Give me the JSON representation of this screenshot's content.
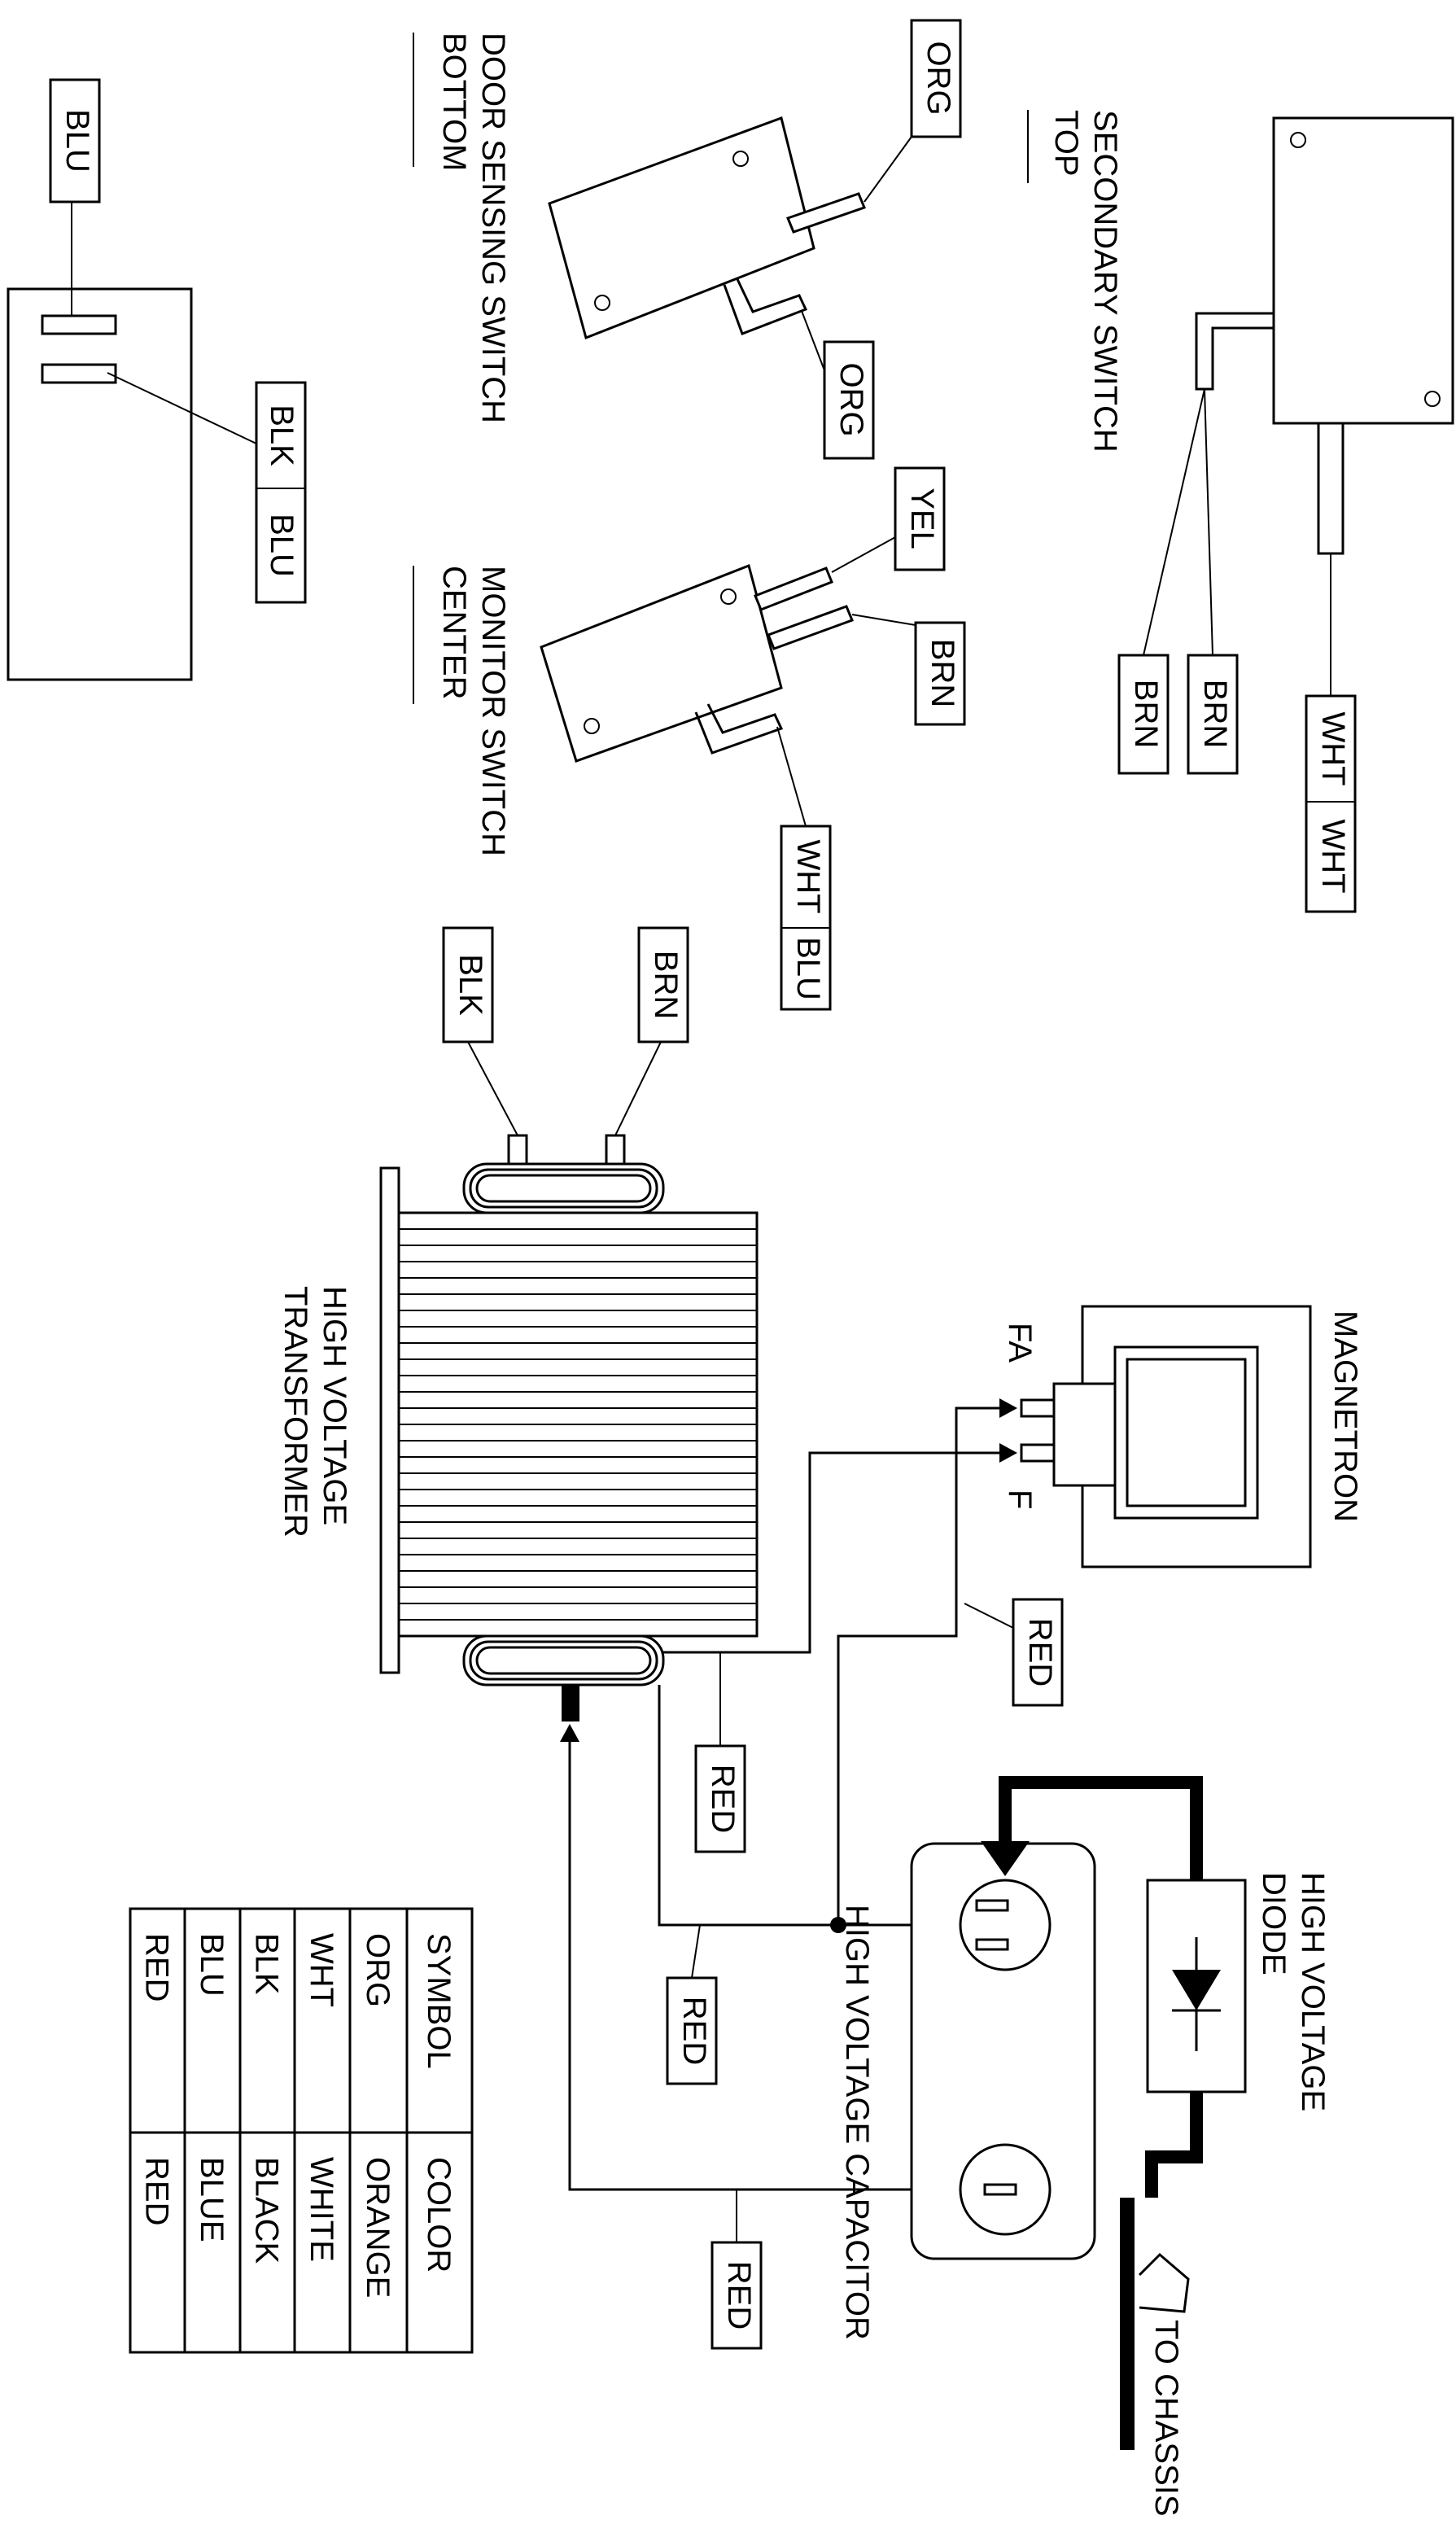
{
  "components": {
    "door_switch": {
      "title": "DOOR SENSING SWITCH",
      "position": "BOTTOM"
    },
    "monitor_switch": {
      "title": "MONITOR SWITCH",
      "position": "CENTER"
    },
    "secondary_switch": {
      "title": "SECONDARY SWITCH",
      "position": "TOP"
    },
    "transformer": {
      "line1": "HIGH VOLTAGE",
      "line2": "TRANSFORMER"
    },
    "magnetron": {
      "title": "MAGNETRON",
      "terminal_fa": "FA",
      "terminal_f": "F"
    },
    "diode": {
      "line1": "HIGH VOLTAGE",
      "line2": "DIODE"
    },
    "capacitor": {
      "title": "HIGH VOLTAGE CAPACITOR"
    },
    "chassis": {
      "label": "TO CHASSIS"
    }
  },
  "wire_tags": {
    "fuse_blu": "BLU",
    "fuse_blk": "BLK",
    "fuse_blu2": "BLU",
    "door_org_top": "ORG",
    "door_org_bottom": "ORG",
    "mon_yel": "YEL",
    "mon_brn": "BRN",
    "mon_wht": "WHT",
    "mon_blu": "BLU",
    "sec_brn1": "BRN",
    "sec_brn2": "BRN",
    "sec_wht1": "WHT",
    "sec_wht2": "WHT",
    "tr_blk": "BLK",
    "tr_brn": "BRN",
    "red_mag": "RED",
    "red_tr": "RED",
    "red_cap1": "RED",
    "red_cap2": "RED"
  },
  "legend": {
    "headers": [
      "SYMBOL",
      "COLOR"
    ],
    "rows": [
      [
        "ORG",
        "ORANGE"
      ],
      [
        "WHT",
        "WHITE"
      ],
      [
        "BLK",
        "BLACK"
      ],
      [
        "BLU",
        "BLUE"
      ],
      [
        "RED",
        "RED"
      ]
    ]
  }
}
